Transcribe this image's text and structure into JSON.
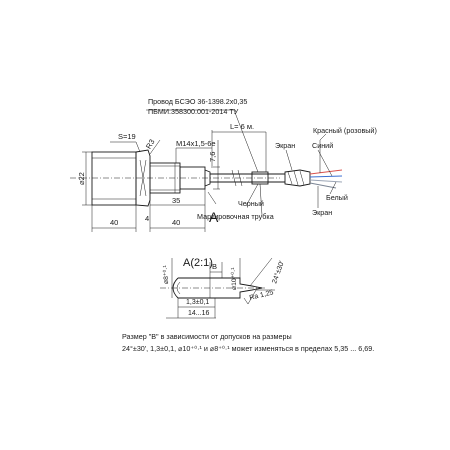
{
  "labels": {
    "wire_spec_1": "Провод  БСЭО 36-1398.2х0,35",
    "wire_spec_2": "ПБМИ.358300.001-2014 ТУ",
    "length": "L= 6 м.",
    "wrench": "S=19",
    "radius": "R3",
    "thread": "М14х1,5-6е",
    "dim_76": "7,6",
    "dim_22": "⌀22",
    "dim_35": "35",
    "dim_4": "4",
    "dim_40_left": "40",
    "dim_40_right": "40",
    "section_mark": "A",
    "marking_tube": "Маркировочная трубка",
    "black": "Черный",
    "shield_top": "Экран",
    "red": "Красный (розовый)",
    "blue": "Синий",
    "white": "Белый",
    "shield_bottom": "Экран",
    "detail_title": "A(2:1)",
    "dim_B": "B",
    "dim_8": "⌀8⁺⁰·¹",
    "dim_10": "⌀10⁺⁰·¹",
    "dim_13": "1,3±0,1",
    "dim_1416": "14...16",
    "roughness": "Ra 1,25",
    "angle": "24°±30'"
  },
  "note": {
    "line1": "Размер \"В\" в зависимости от допусков на размеры",
    "line2": "24°±30', 1,3±0,1, ⌀10⁺⁰·¹ и ⌀8⁺⁰·¹ может изменяться в пределах 5,35 ... 6,69."
  },
  "colors": {
    "line": "#1a1a1a",
    "wire_red": "#d9534f",
    "wire_blue": "#3b6fd1",
    "wire_white": "#9aa4b5",
    "shield": "#7a8494"
  }
}
